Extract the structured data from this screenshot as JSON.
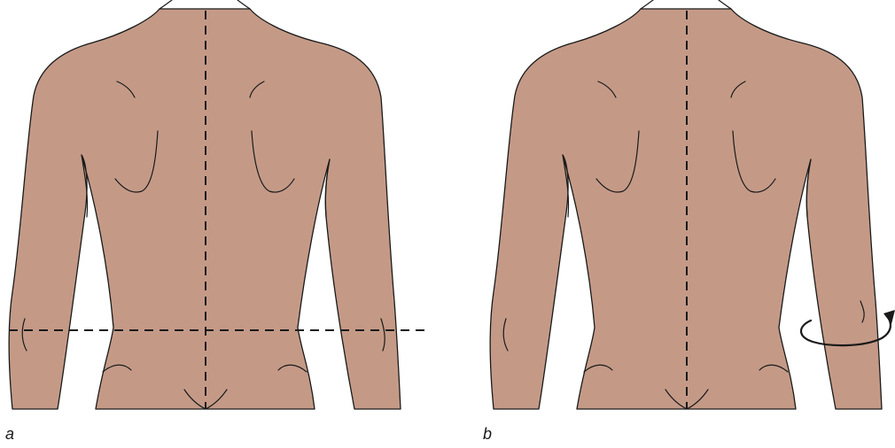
{
  "figure": {
    "panels": [
      {
        "label": "a",
        "guides": [
          "vertical-midline",
          "horizontal-waist-line"
        ]
      },
      {
        "label": "b",
        "guides": [
          "vertical-midline",
          "rotation-arrow"
        ]
      }
    ]
  },
  "colors": {
    "skin": "#c49a87",
    "outline": "#1a1a1a",
    "background": "#ffffff"
  }
}
